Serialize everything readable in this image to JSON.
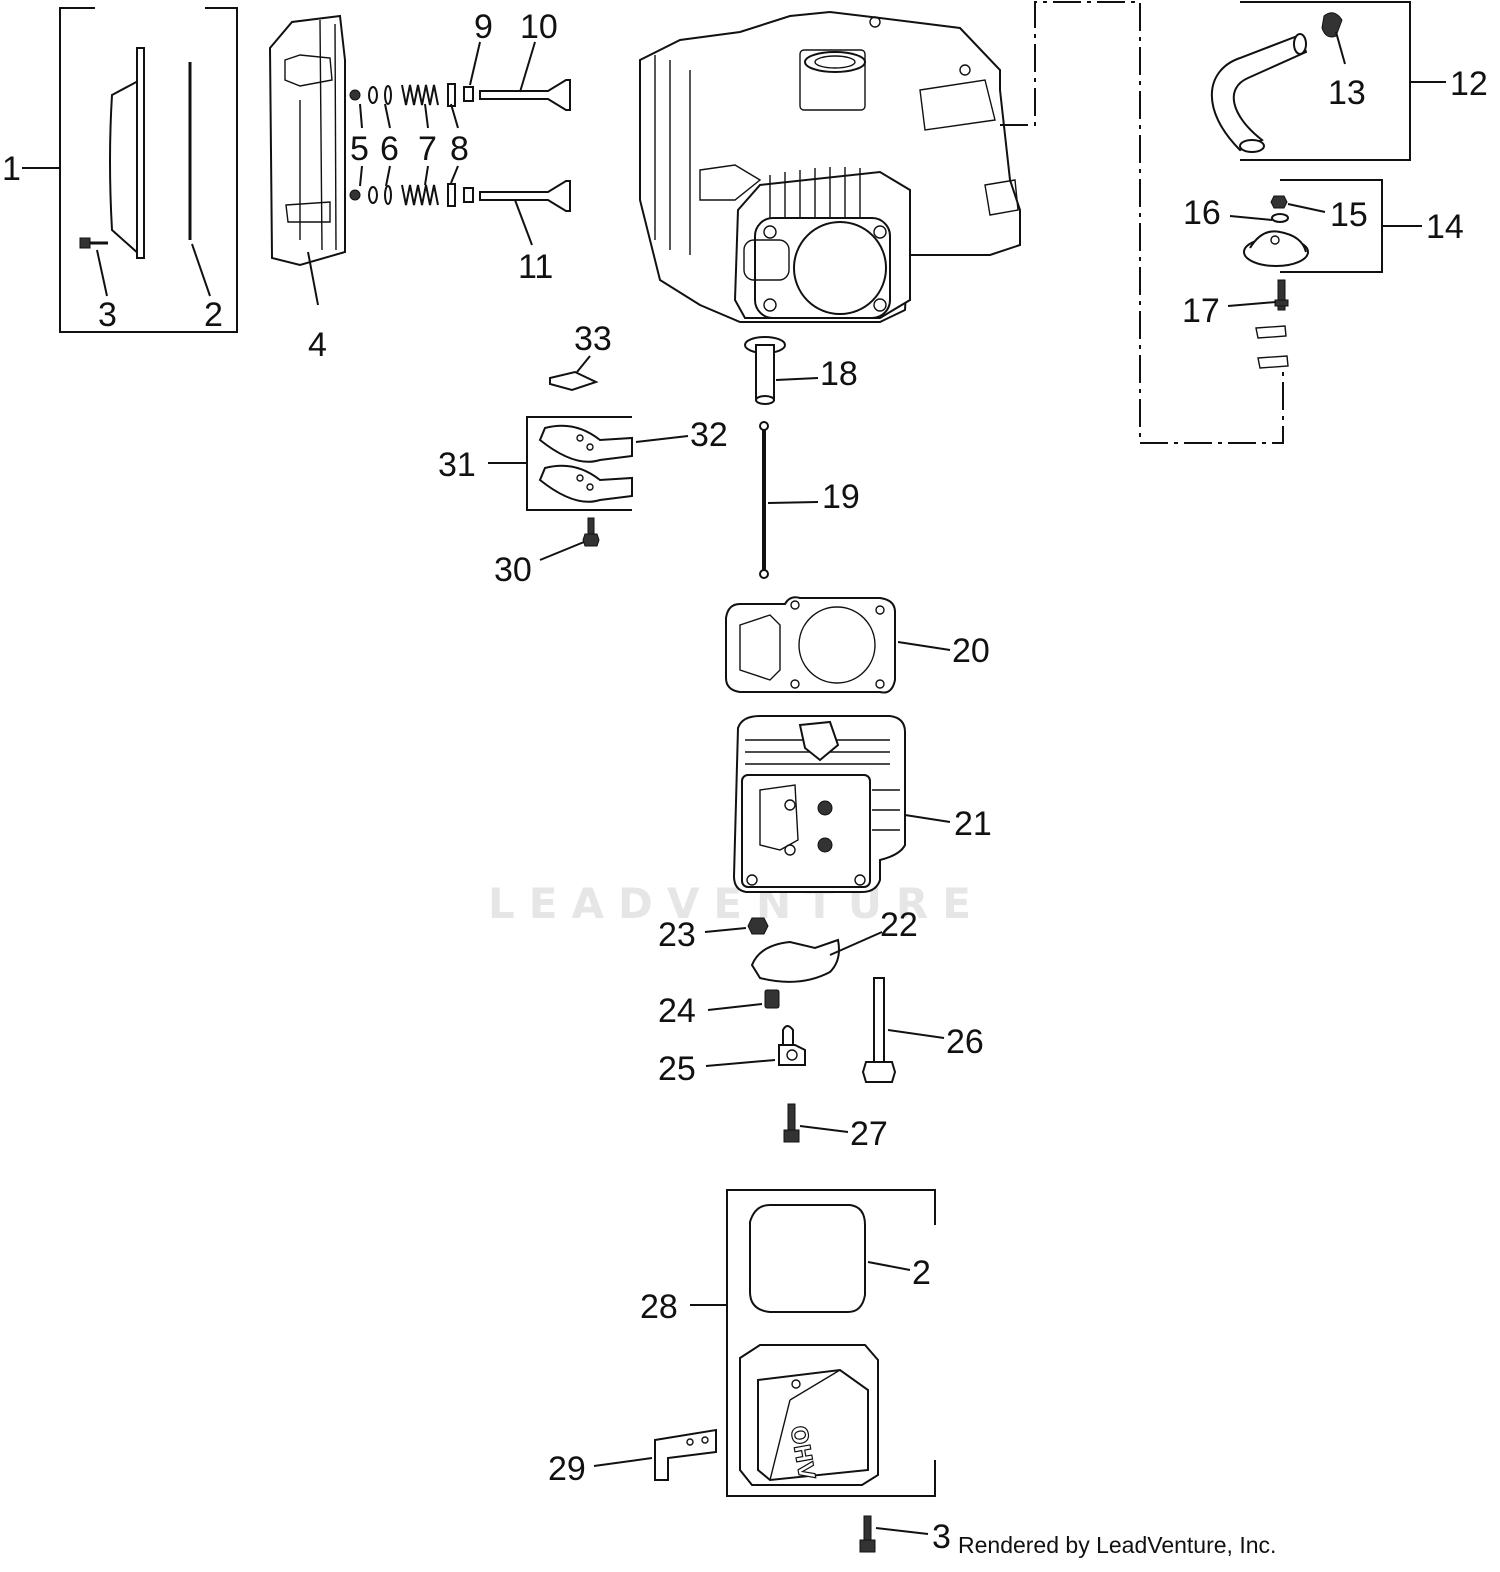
{
  "diagram": {
    "watermark": "LEADVENTURE",
    "credit": "Rendered by LeadVenture, Inc.",
    "callouts": {
      "c1": "1",
      "c2a": "2",
      "c2b": "2",
      "c3a": "3",
      "c3b": "3",
      "c4": "4",
      "c5": "5",
      "c6": "6",
      "c7": "7",
      "c8": "8",
      "c9": "9",
      "c10": "10",
      "c11": "11",
      "c12": "12",
      "c13": "13",
      "c14": "14",
      "c15": "15",
      "c16": "16",
      "c17": "17",
      "c18": "18",
      "c19": "19",
      "c20": "20",
      "c21": "21",
      "c22": "22",
      "c23": "23",
      "c24": "24",
      "c25": "25",
      "c26": "26",
      "c27": "27",
      "c28": "28",
      "c29": "29",
      "c30": "30",
      "c31": "31",
      "c32": "32",
      "c33": "33"
    },
    "cover_text": "OHV"
  }
}
